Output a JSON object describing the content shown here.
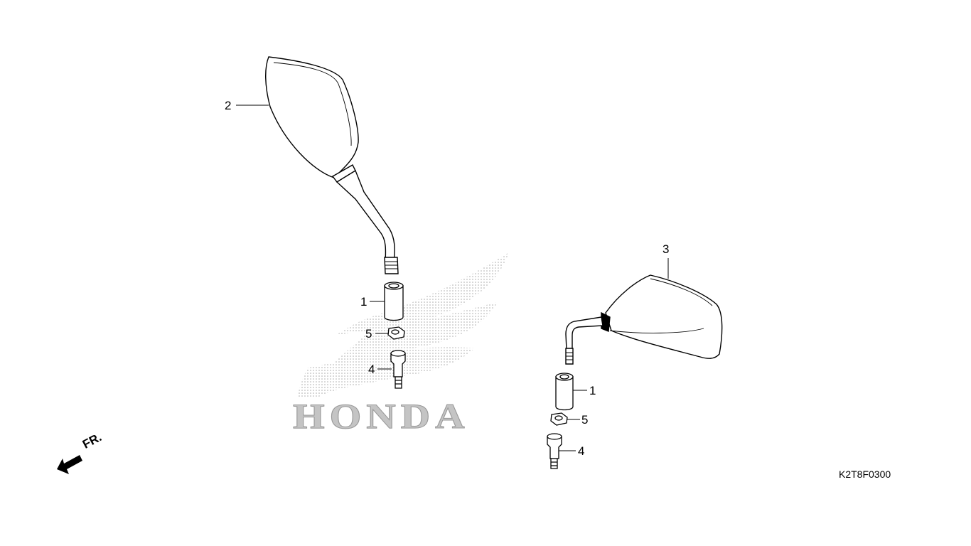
{
  "diagram": {
    "watermark_logo": "HONDA",
    "direction_label": "FR.",
    "drawing_code": "K2T8F0300",
    "callouts": {
      "left_mirror": "2",
      "right_mirror": "3",
      "left_adapter": "1",
      "left_nut": "5",
      "left_bolt": "4",
      "right_adapter": "1",
      "right_nut": "5",
      "right_bolt": "4"
    }
  }
}
